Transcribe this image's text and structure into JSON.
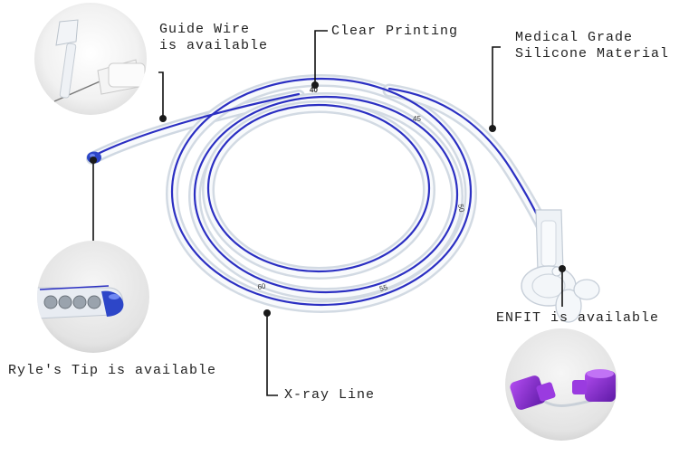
{
  "callouts": {
    "guide_wire": {
      "line1": "Guide Wire",
      "line2": "is available"
    },
    "clear_printing": "Clear Printing",
    "medical_grade": {
      "line1": "Medical Grade",
      "line2": "Silicone Material"
    },
    "enfit": "ENFIT is available",
    "ryles_tip": "Ryle's Tip is available",
    "xray_line": "X-ray Line"
  },
  "tube_markings": [
    "40",
    "45",
    "50",
    "55",
    "60"
  ],
  "colors": {
    "xray_stripe": "#2b2fc2",
    "tip": "#2d46c8",
    "connector": "#8a2bd6",
    "leader_line": "#111111",
    "leader_dot": "#1a1a1a"
  }
}
